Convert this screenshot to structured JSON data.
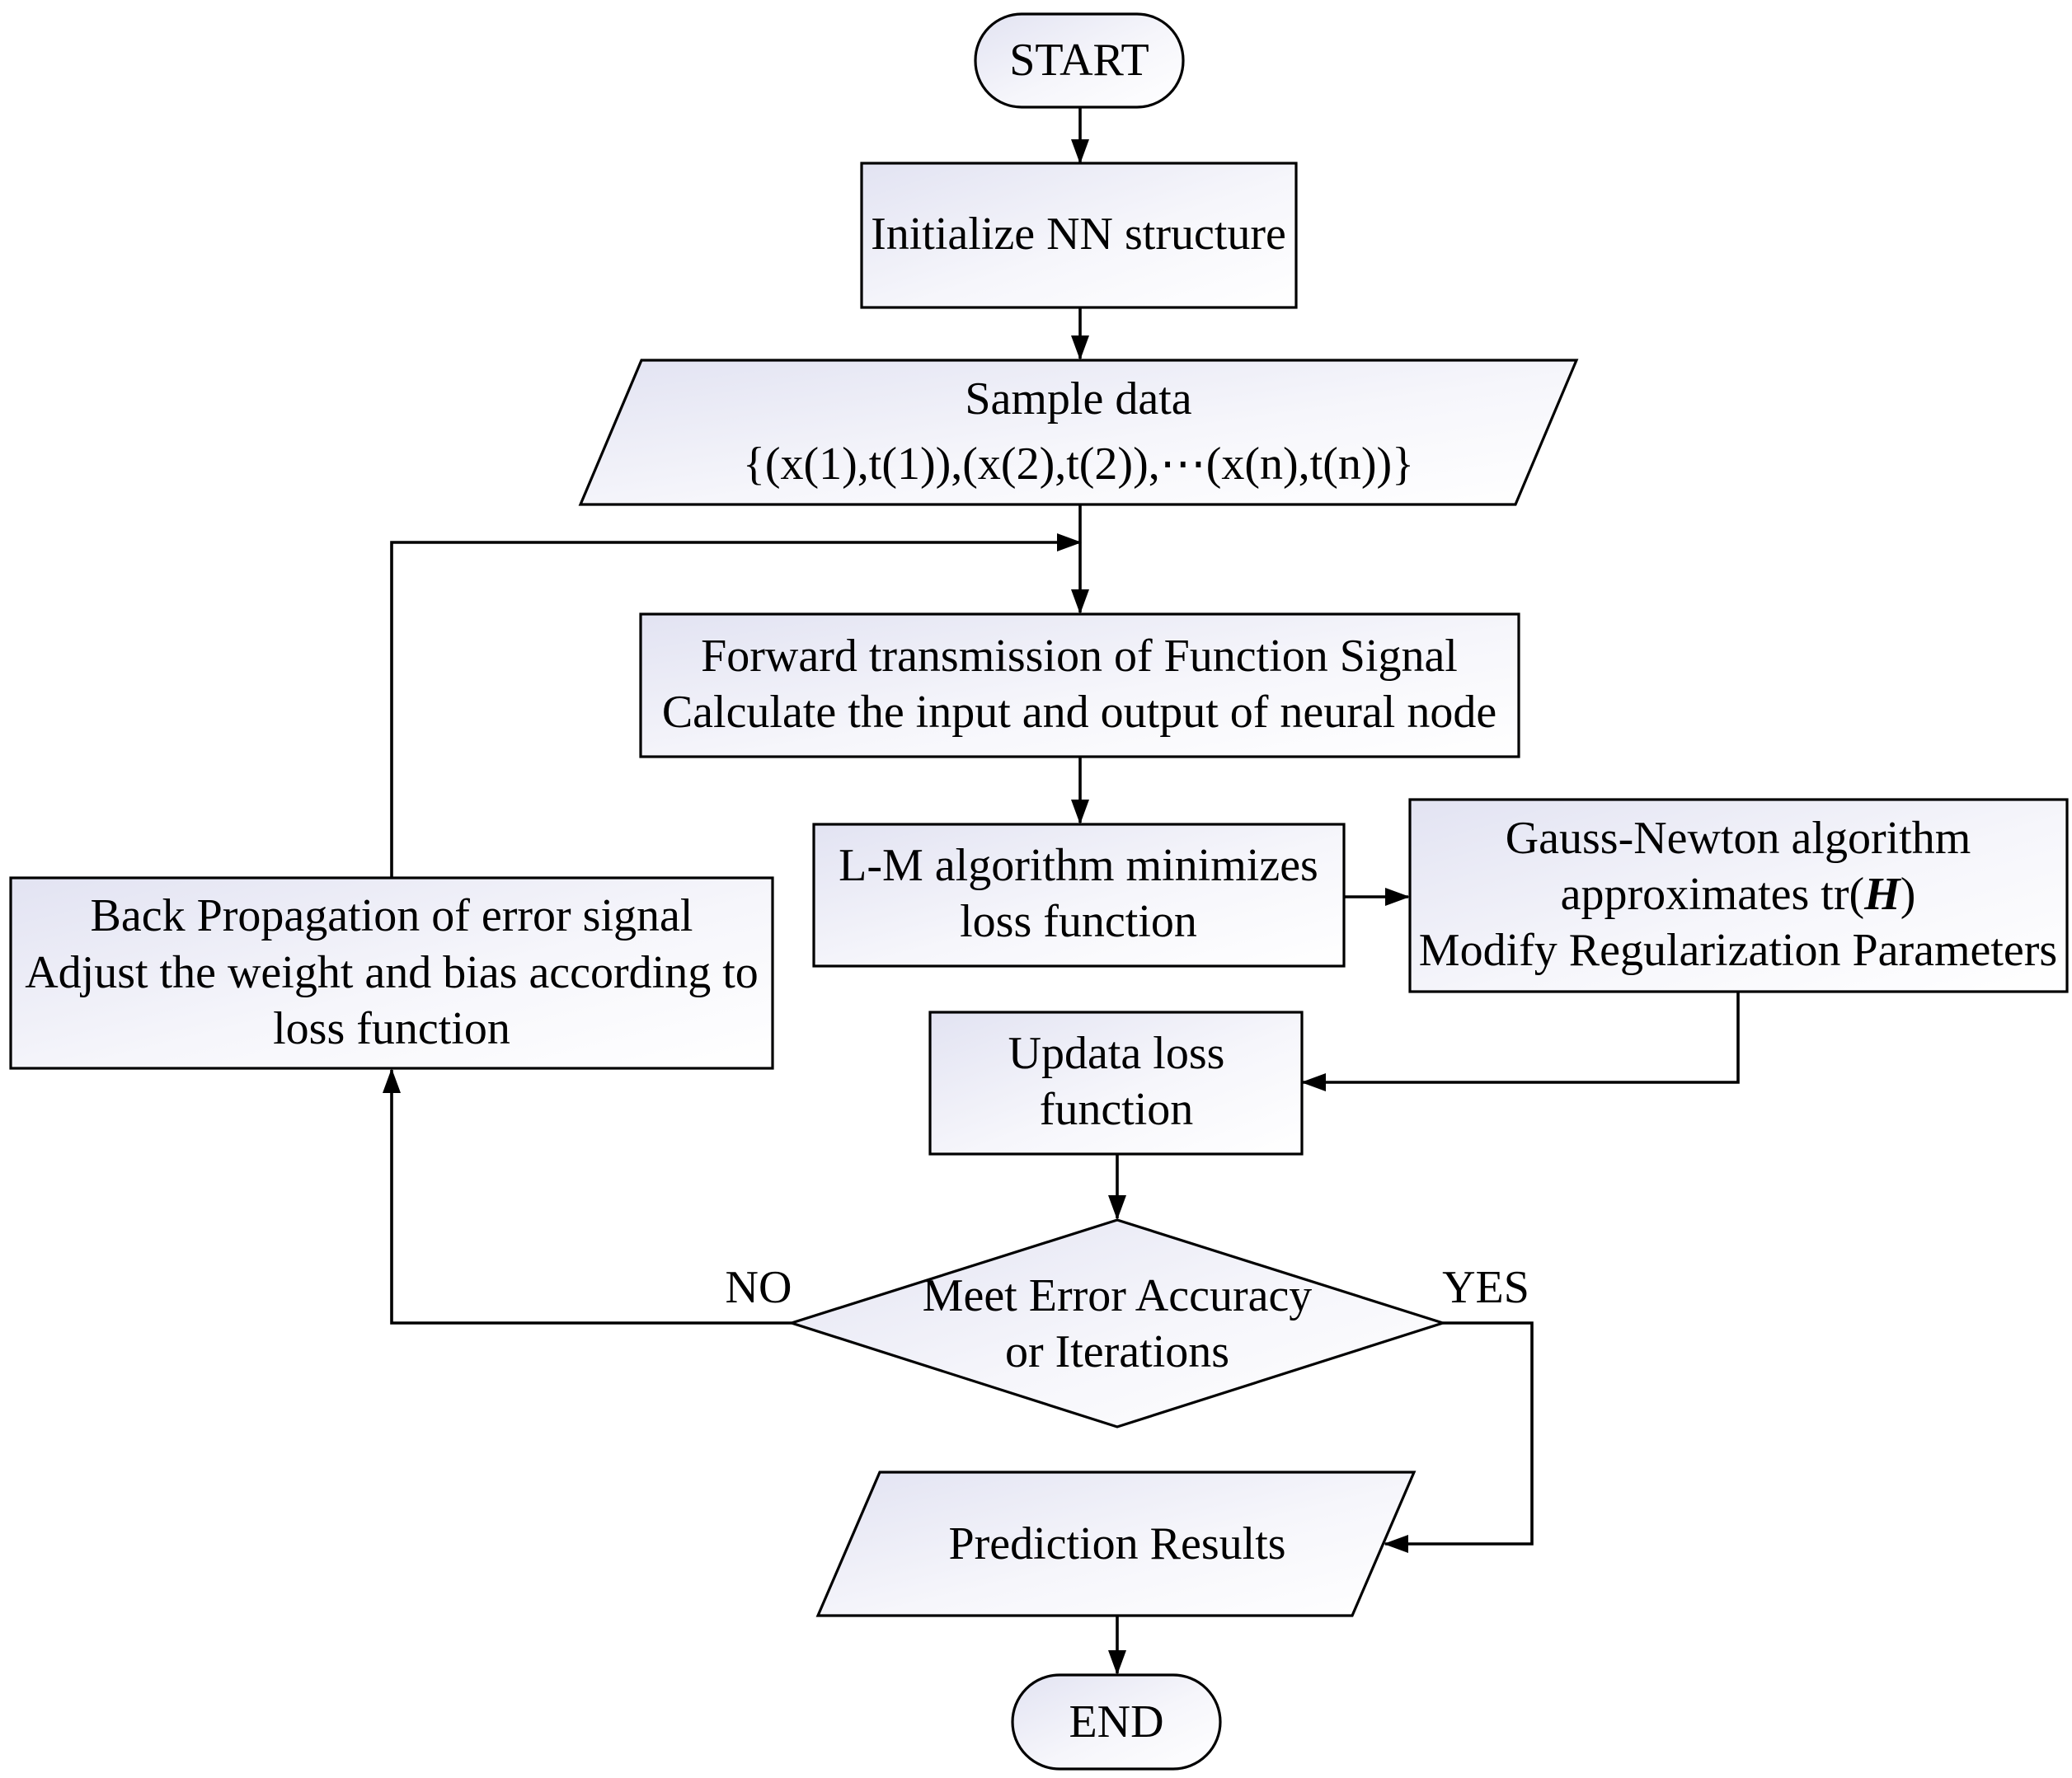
{
  "flowchart": {
    "start": "START",
    "init": "Initialize NN structure",
    "sample": {
      "line1": "Sample data",
      "line2": "{(x(1),t(1)),(x(2),t(2)),⋯(x(n),t(n))}"
    },
    "forward": {
      "line1": "Forward transmission of Function Signal",
      "line2": "Calculate the input  and output  of neural node"
    },
    "lm": {
      "line1": "L-M algorithm minimizes",
      "line2": "loss function"
    },
    "gauss": {
      "line1": "Gauss-Newton algorithm",
      "line2_prefix": "approximates tr(",
      "line2_symbol": "H",
      "line2_suffix": ")",
      "line3": "Modify Regularization Parameters"
    },
    "back": {
      "line1": "Back Propagation of error signal",
      "line2": "Adjust the weight and bias according to",
      "line3": "loss function"
    },
    "update": {
      "line1": "Updata loss",
      "line2": "function"
    },
    "decision": {
      "line1": "Meet Error Accuracy",
      "line2": "or Iterations"
    },
    "no_label": "NO",
    "yes_label": "YES",
    "result": "Prediction Results",
    "end": "END"
  }
}
